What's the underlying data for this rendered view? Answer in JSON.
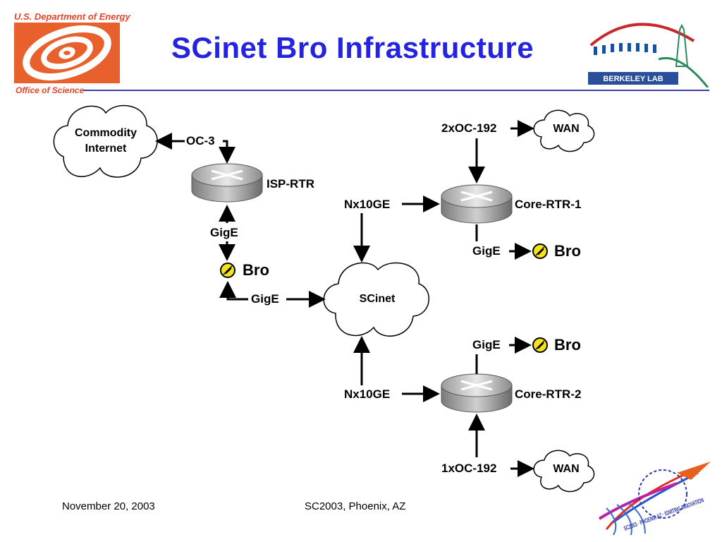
{
  "header": {
    "title": "SCinet Bro Infrastructure",
    "doe_line1": "U.S. Department of Energy",
    "doe_line2": "Office of Science",
    "lab_logo_text": "BERKELEY LAB"
  },
  "diagram": {
    "commodity_cloud": "Commodity Internet",
    "scinet_cloud": "SCinet",
    "wan_top": "WAN",
    "wan_bottom": "WAN",
    "isp_router": "ISP-RTR",
    "core_router_1": "Core-RTR-1",
    "core_router_2": "Core-RTR-2",
    "link_oc3": "OC-3",
    "link_isp_gige": "GigE",
    "link_bro_gige": "GigE",
    "link_core1_gige": "GigE",
    "link_core2_gige": "GigE",
    "link_top_oc192": "2xOC-192",
    "link_bottom_oc192": "1xOC-192",
    "link_nx10ge_1": "Nx10GE",
    "link_nx10ge_2": "Nx10GE",
    "bro_left": "Bro",
    "bro_core1": "Bro",
    "bro_core2": "Bro"
  },
  "footer": {
    "date": "November 20, 2003",
    "event": "SC2003, Phoenix, AZ"
  },
  "logos": {
    "sc2003_logo_text": "SC2003 · PHOENIX AZ · IGNITING INNOVATION"
  }
}
